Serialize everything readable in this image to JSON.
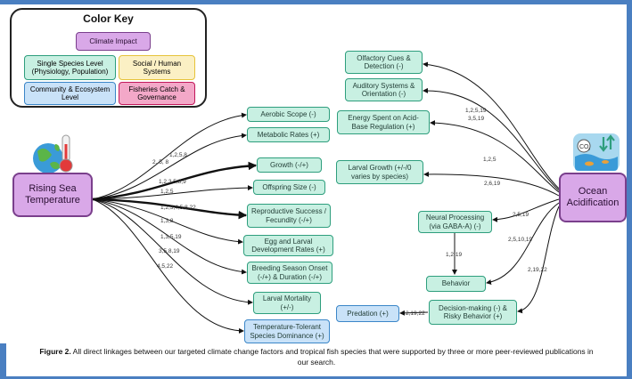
{
  "key": {
    "title": "Color Key",
    "climate_impact": "Climate Impact",
    "single_species": "Single Species Level (Physiology, Population)",
    "social": "Social / Human Systems",
    "community": "Community & Ecosystem Level",
    "fisheries": "Fisheries Catch & Governance"
  },
  "hubs": {
    "temperature": "Rising Sea Temperature",
    "acidification": "Ocean Acidification"
  },
  "temp_outcomes": [
    "Aerobic Scope (-)",
    "Metabolic Rates (+)",
    "Growth (-/+)",
    "Offspring Size (-)",
    "Reproductive Success / Fecundity (-/+)",
    "Egg and Larval Development Rates (+)",
    "Breeding Season Onset (-/+) & Duration (-/+)",
    "Larval Mortality (+/-)",
    "Temperature-Tolerant Species Dominance (+)"
  ],
  "oa_outcomes": {
    "olfactory": "Olfactory Cues & Detection (-)",
    "auditory": "Auditory Systems & Orientation (-)",
    "energy": "Energy Spent on Acid-Base Regulation (+)",
    "larval_growth": "Larval Growth (+/-/0 varies by species)",
    "neural": "Neural Processing (via GABA-A) (-)",
    "behavior": "Behavior",
    "decision": "Decision-making (-) & Risky Behavior (+)",
    "predation": "Predation (+)"
  },
  "temp_labels": [
    "1,2,5,8",
    "2, 5, 8",
    "1,2,3,5,8,9",
    "1,2,5",
    "1,2,3,4,5,8,22",
    "1,3,8",
    "1,3,5,19",
    "3,5,8,19",
    "4,5,22"
  ],
  "oa_labels": [
    "1,2,5,19",
    "3,5,19",
    "1,2,5",
    "2,6,19",
    "2,5,19",
    "2,5,10,19",
    "2,19,22",
    "1,2,19",
    "2,19,22"
  ],
  "icon": {
    "co2_text": "CO",
    "co2_sub": "2"
  },
  "caption": {
    "prefix": "Figure 2.",
    "text": " All direct linkages between our targeted climate change factors and tropical fish species that were supported by three or more peer-reviewed publications in our search."
  },
  "colors": {
    "teal_fill": "#c8f0e2",
    "teal_border": "#2e9e7d",
    "blue_fill": "#c9e2f8",
    "blue_border": "#3b86c8",
    "purple_fill": "#d9a8e8",
    "purple_border": "#7a3f8c",
    "yellow_fill": "#fbf0c4",
    "yellow_border": "#e6c33a",
    "pink_fill": "#f3a8c8",
    "pink_border": "#c2185b"
  }
}
